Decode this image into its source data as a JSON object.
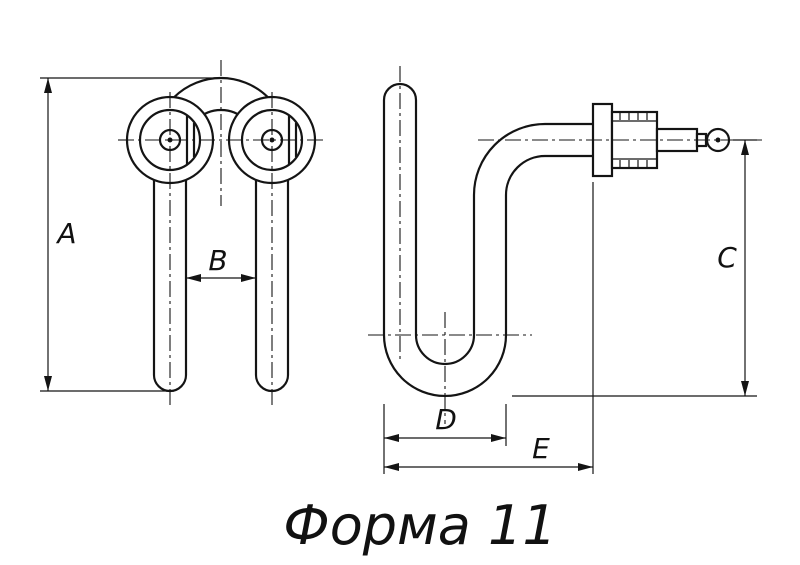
{
  "title": "Форма 11",
  "dimensions": {
    "a": "A",
    "b": "B",
    "c": "C",
    "d": "D",
    "e": "E"
  }
}
